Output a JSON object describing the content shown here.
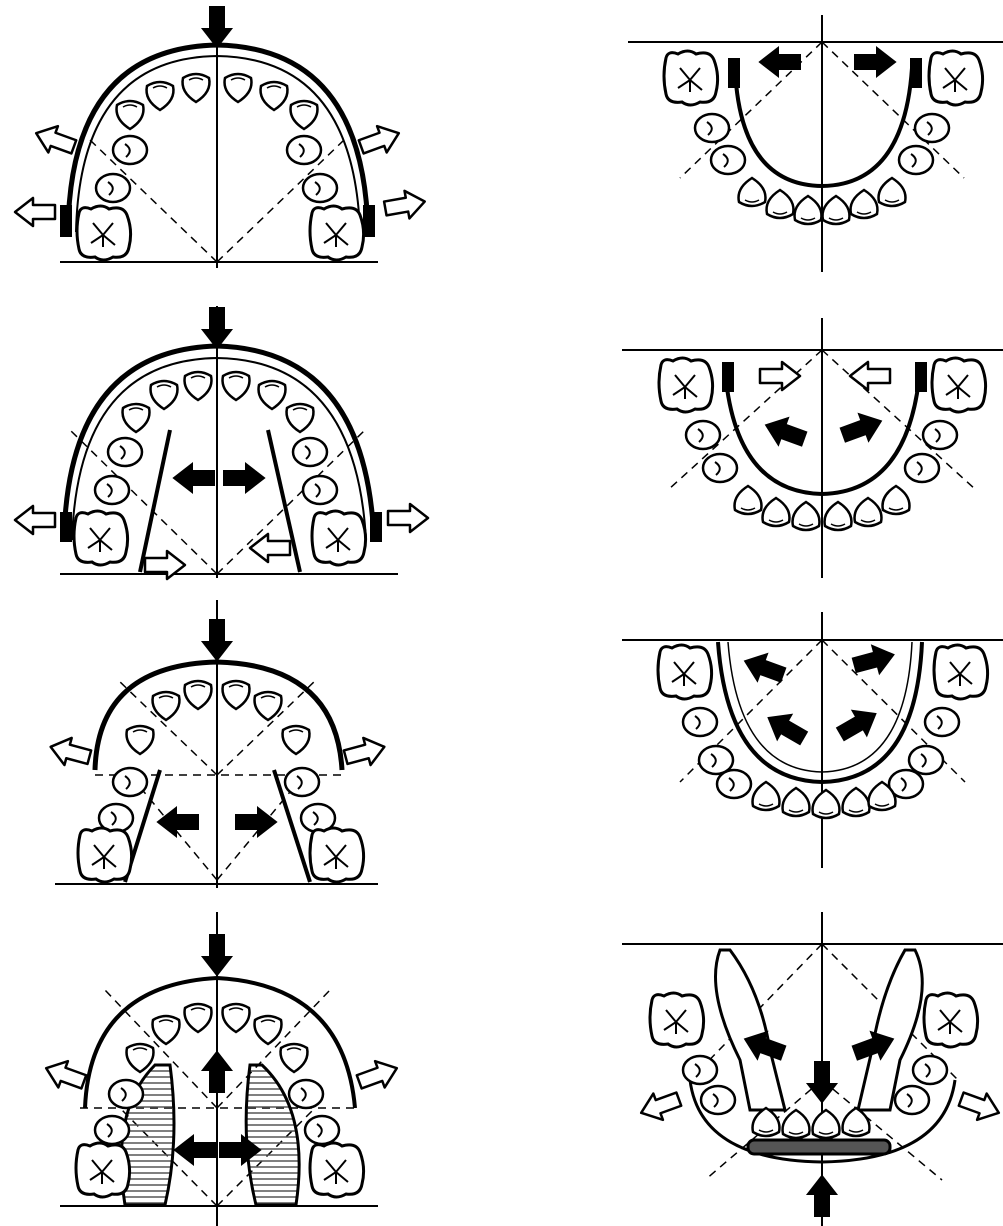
{
  "figure": {
    "ink_color": "#000000",
    "paper_color": "#ffffff",
    "hatch_color": "#555555",
    "open_arrow_fill": "#ffffff",
    "solid_arrow_fill": "#000000"
  },
  "panels": [
    {
      "id": "upper-1",
      "arch": "upper",
      "appliance": "expansion-arch-with-molar-bands"
    },
    {
      "id": "upper-2",
      "arch": "upper",
      "appliance": "expansion-arch-with-lingual-arms"
    },
    {
      "id": "upper-3",
      "arch": "upper",
      "appliance": "expansion-arch-with-lingual-arms"
    },
    {
      "id": "upper-4",
      "arch": "upper",
      "appliance": "expansion-plate-with-acrylic-pads"
    },
    {
      "id": "lower-1",
      "arch": "lower",
      "appliance": "lingual-arch-with-molar-bands"
    },
    {
      "id": "lower-2",
      "arch": "lower",
      "appliance": "lingual-arch-with-molar-bands"
    },
    {
      "id": "lower-3",
      "arch": "lower",
      "appliance": "lingual-arch"
    },
    {
      "id": "lower-4",
      "arch": "lower",
      "appliance": "lip-bumper-plate"
    }
  ]
}
